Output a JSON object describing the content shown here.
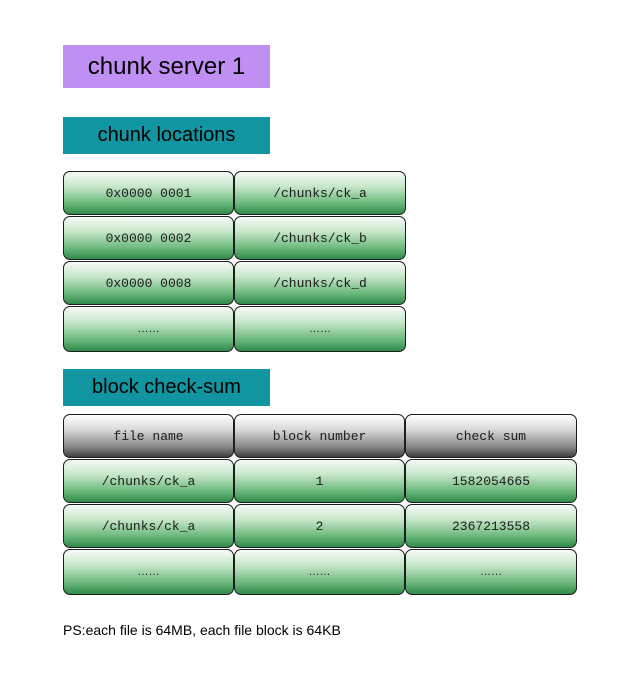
{
  "title": "chunk server 1",
  "chunk_locations": {
    "heading": "chunk locations",
    "rows": [
      [
        "0x0000 0001",
        "/chunks/ck_a"
      ],
      [
        "0x0000 0002",
        "/chunks/ck_b"
      ],
      [
        "0x0000 0008",
        "/chunks/ck_d"
      ],
      [
        "……",
        "……"
      ]
    ]
  },
  "block_checksum": {
    "heading": "block check-sum",
    "columns": [
      "file name",
      "block number",
      "check sum"
    ],
    "rows": [
      [
        "/chunks/ck_a",
        "1",
        "1582054665"
      ],
      [
        "/chunks/ck_a",
        "2",
        "2367213558"
      ],
      [
        "……",
        "……",
        "……"
      ]
    ]
  },
  "footnote": "PS:each file is 64MB, each file block is 64KB",
  "colors": {
    "title_bg": "#bf8ff4",
    "heading_bg": "#1195a0",
    "cell_green": "#2f8a4a",
    "header_gray": "#3e3e3e"
  }
}
